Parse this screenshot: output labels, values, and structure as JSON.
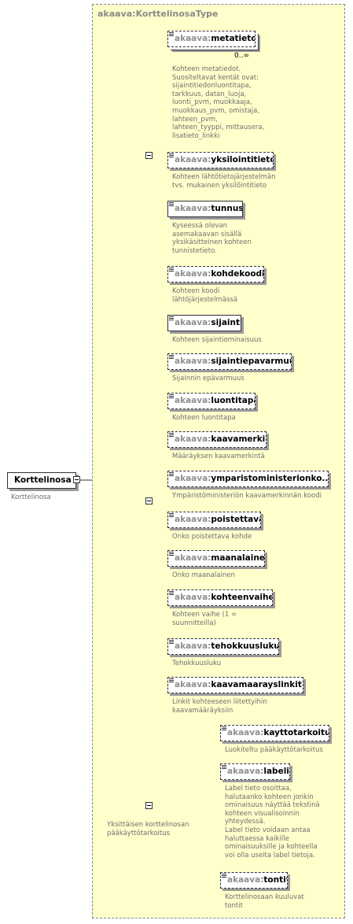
{
  "type_title": "akaava:KorttelinosaType",
  "root": {
    "name": "Korttelinosa",
    "doc": "Korttelinosa"
  },
  "groups": [
    {
      "elements": [
        {
          "ns": "akaava:",
          "name": "metatieto",
          "optional": true,
          "multiplicity": "0..∞",
          "doc": "Kohteen metatiedot.\nSuositeltavat kentät ovat:\nsijaintitiedonluontitapa,\ntarkkuus, datan_luoja,\nluonti_pvm, muokkaaja,\nmuokkaus_pvm, omistaja,\nlahteen_pvm,\nlahteen_tyyppi, mittausera,\nlisatieto_linkki"
        },
        {
          "ns": "akaava:",
          "name": "yksilointitieto",
          "optional": true,
          "doc": "Kohteen lähtötietojärjestelmän\ntvs. mukainen yksilöintitieto"
        },
        {
          "ns": "akaava:",
          "name": "tunnus",
          "optional": false,
          "doc": "Kyseessä olevan\nasemakaavan sisällä\nyksikäsitteinen kohteen\ntunnistetieto."
        },
        {
          "ns": "akaava:",
          "name": "kohdekoodi",
          "optional": true,
          "doc": "Kohteen koodi\nlähtöjärjestelmässä"
        }
      ]
    },
    {
      "elements": [
        {
          "ns": "akaava:",
          "name": "sijainti",
          "optional": false,
          "doc": "Kohteen sijaintiominaisuus"
        },
        {
          "ns": "akaava:",
          "name": "sijaintiepavarmuus",
          "optional": true,
          "doc": "Sijainnin epävarmuus"
        },
        {
          "ns": "akaava:",
          "name": "luontitapa",
          "optional": true,
          "doc": "Kohteen luontitapa"
        },
        {
          "ns": "akaava:",
          "name": "kaavamerkinta",
          "optional": true,
          "doc": "Määräyksen kaavamerkintä"
        },
        {
          "ns": "akaava:",
          "name": "ymparistoministerionko...",
          "optional": true,
          "doc": "Ympäristöministeriön kaavamerkinnän koodi"
        },
        {
          "ns": "akaava:",
          "name": "poistettava",
          "optional": true,
          "doc": "Onko poistettava kohde"
        },
        {
          "ns": "akaava:",
          "name": "maanalainen",
          "optional": true,
          "doc": "Onko maanalainen"
        },
        {
          "ns": "akaava:",
          "name": "kohteenvaihe",
          "optional": true,
          "doc": "Kohteen vaihe (1 =\nsuunnitteilla)"
        },
        {
          "ns": "akaava:",
          "name": "tehokkuusluku",
          "optional": true,
          "doc": "Tehokkuusluku"
        },
        {
          "ns": "akaava:",
          "name": "kaavamaarayslinkit",
          "optional": true,
          "expandable": true,
          "doc": "Linkit kohteeseen liitettyihin\nkaavamääräyksiin"
        }
      ]
    },
    {
      "doc": "Yksittäisen korttelinosan\npääkäyttötarkoitus",
      "elements": [
        {
          "ns": "akaava:",
          "name": "kayttotarkoitus",
          "optional": true,
          "doc": "Luokiteltu pääkäyttötarkoitus"
        },
        {
          "ns": "akaava:",
          "name": "labelit",
          "optional": true,
          "expandable": true,
          "doc": "Label tieto osoittaa,\nhalutaanko kohteen jonkin\nominaisuus näyttää tekstinä\nkohteen visualisoinnin\nyhteydessä.\nLabel tieto voidaan antaa\nhaluttaessa kaikille\nominaisuuksille ja kohteella\nvoi olla useita label tietoja."
        },
        {
          "ns": "akaava:",
          "name": "tontit",
          "optional": true,
          "expandable": true,
          "doc": "Korttelinosaan kuuluvat\ntontit"
        }
      ]
    }
  ]
}
